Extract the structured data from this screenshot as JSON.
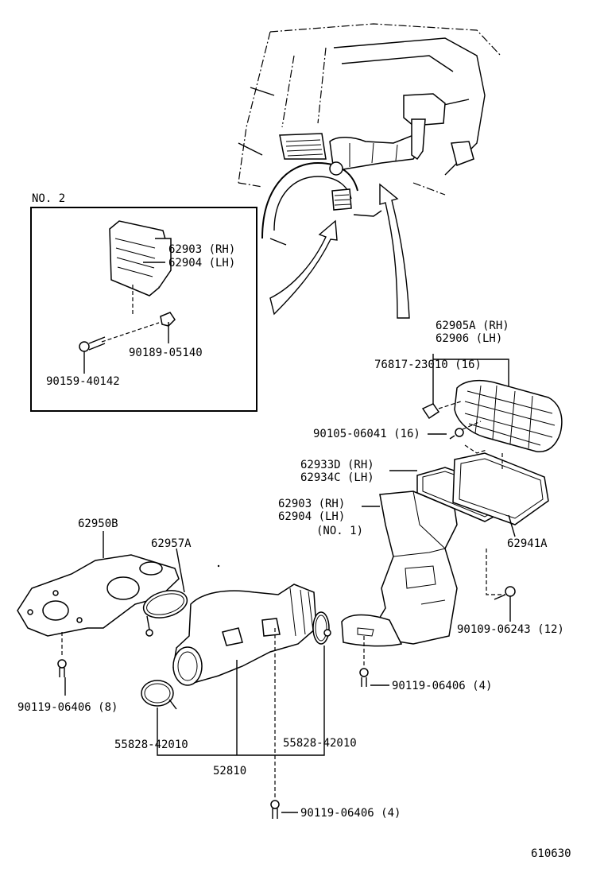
{
  "box_title": "NO. 2",
  "labels": {
    "p62903_rh_box": "62903 (RH)",
    "p62904_lh_box": "62904 (LH)",
    "p90189": "90189-05140",
    "p90159": "90159-40142",
    "p62905a": "62905A (RH)",
    "p62906": "62906   (LH)",
    "p76817": "76817-23010 (16)",
    "p90105": "90105-06041 (16)",
    "p62933d": "62933D (RH)",
    "p62934c": "62934C (LH)",
    "p62903_rh": "62903 (RH)",
    "p62904_lh": "62904 (LH)",
    "no1": "(NO. 1)",
    "p62941a": "62941A",
    "p62950b": "62950B",
    "p62957a": "62957A",
    "p90109": "90109-06243 (12)",
    "p90119_right": "90119-06406 (4)",
    "p90119_left": "90119-06406 (8)",
    "p55828_left": "55828-42010",
    "p55828_right": "55828-42010",
    "p52810": "52810",
    "p90119_bottom": "90119-06406 (4)"
  },
  "diagram_code": "610630"
}
